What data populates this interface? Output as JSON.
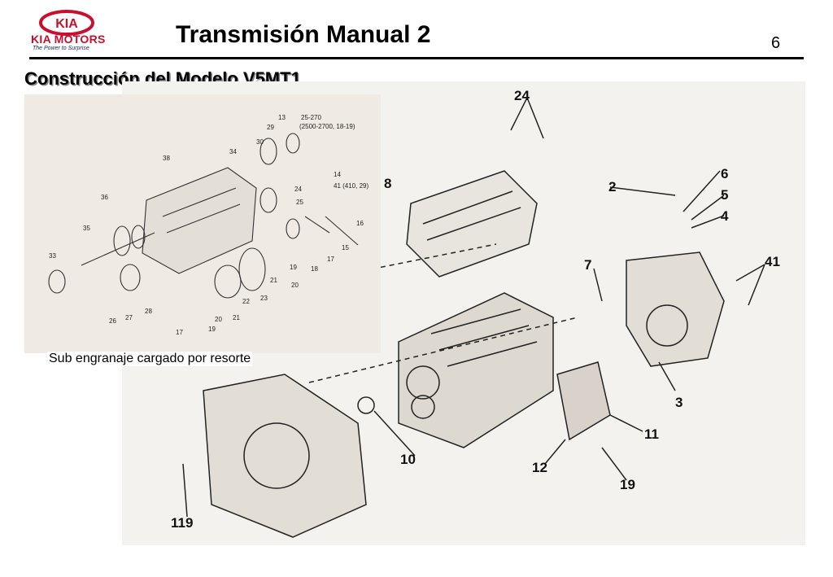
{
  "header": {
    "logo_text": "KIA MOTORS",
    "logo_tagline": "The Power to Surprise",
    "title": "Transmisión Manual 2",
    "page_number": "6"
  },
  "section": {
    "subtitle": "Construcción del Modelo V5MT1"
  },
  "inset": {
    "caption": "Sub engranaje cargado por resorte",
    "labels": [
      "13",
      "25-270",
      "(2500-2700, 18-19)",
      "29",
      "30",
      "38",
      "34",
      "14",
      "41 (410, 29)",
      "24",
      "25",
      "16",
      "36",
      "15",
      "17",
      "35",
      "33",
      "19",
      "18",
      "21",
      "20",
      "22",
      "23",
      "28",
      "27",
      "26",
      "17",
      "19",
      "20",
      "21"
    ]
  },
  "main_callouts": [
    "24",
    "8",
    "2",
    "6",
    "5",
    "4",
    "7",
    "41",
    "3",
    "11",
    "10",
    "12",
    "19",
    "119"
  ],
  "colors": {
    "kia_red": "#c8102e",
    "kia_blue": "#1a2a6c"
  }
}
